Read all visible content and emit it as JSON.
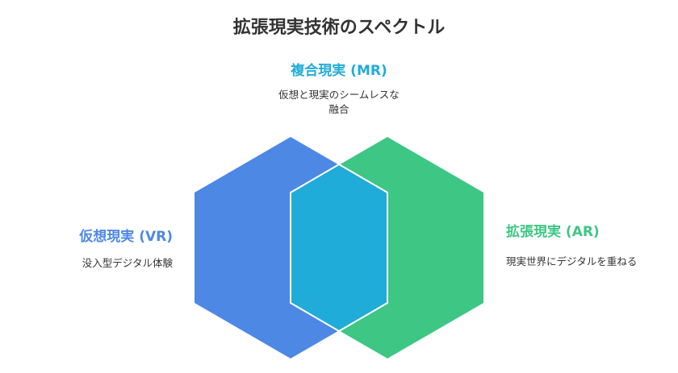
{
  "title": "拡張現実技術のスペクトル",
  "colors": {
    "vr": "#4E88E5",
    "ar": "#3EC684",
    "mr": "#20ACD8"
  },
  "mr": {
    "label": "複合現実 (MR)",
    "desc_line1": "仮想と現実のシームレスな",
    "desc_line2": "融合"
  },
  "vr": {
    "label": "仮想現実 (VR)",
    "desc": "没入型デジタル体験"
  },
  "ar": {
    "label": "拡張現実 (AR)",
    "desc": "現実世界にデジタルを重ねる"
  }
}
